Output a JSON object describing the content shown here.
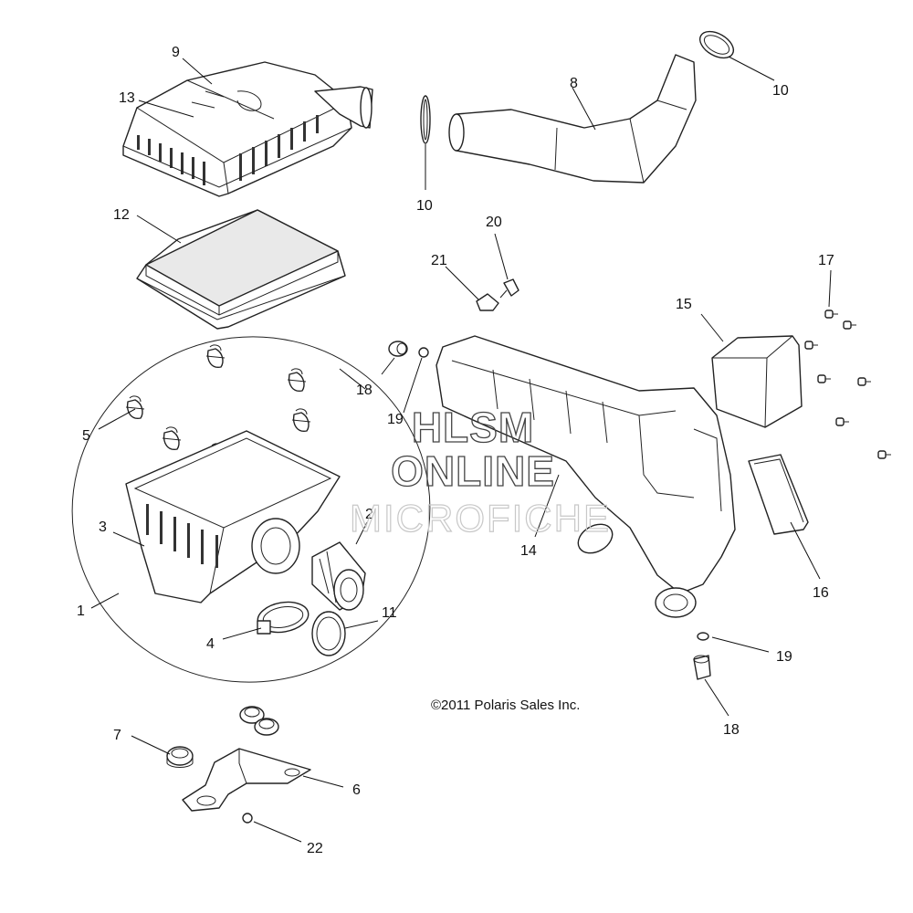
{
  "callouts": {
    "c1": "1",
    "c2": "2",
    "c3": "3",
    "c4": "4",
    "c5": "5",
    "c6": "6",
    "c7": "7",
    "c8": "8",
    "c9": "9",
    "c10a": "10",
    "c10b": "10",
    "c11": "11",
    "c12": "12",
    "c13": "13",
    "c14": "14",
    "c15": "15",
    "c16": "16",
    "c17": "17",
    "c18a": "18",
    "c18b": "18",
    "c19a": "19",
    "c19b": "19",
    "c20": "20",
    "c21": "21",
    "c22": "22"
  },
  "copyright": "©2011 Polaris Sales Inc.",
  "watermark": {
    "line1": "HLSM",
    "line2": "ONLINE",
    "line3": "MICROFICHE"
  }
}
